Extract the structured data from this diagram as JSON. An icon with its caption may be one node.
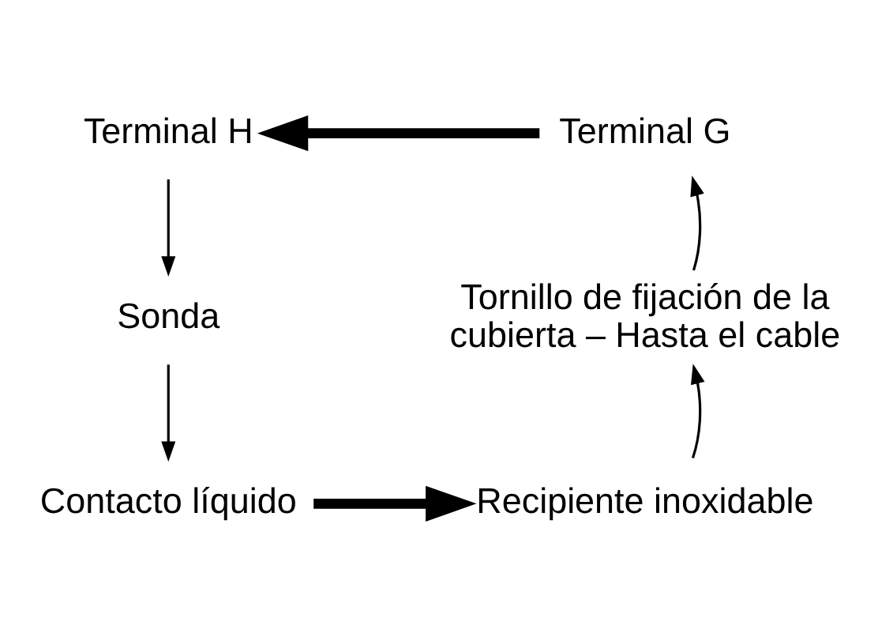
{
  "diagram": {
    "nodes": [
      {
        "text": [
          "Terminal H"
        ]
      },
      {
        "text": [
          "Sonda"
        ]
      },
      {
        "text": [
          "Contacto líquido"
        ]
      },
      {
        "text": [
          "Recipiente inoxidable"
        ]
      },
      {
        "text": [
          "Tornillo de fijación de la cubierta – Hasta el cable"
        ]
      },
      {
        "text": [
          "Terminal G"
        ]
      }
    ],
    "edges": [
      {
        "from": 0,
        "to": 1,
        "arrow": "to"
      },
      {
        "from": 1,
        "to": 2,
        "arrow": "to"
      },
      {
        "from": 2,
        "to": 3,
        "arrow": "to",
        "style": "thick"
      },
      {
        "from": 3,
        "to": 4,
        "arrow": "to"
      },
      {
        "from": 4,
        "to": 5,
        "arrow": "to"
      },
      {
        "from": 5,
        "to": 0,
        "arrow": "to",
        "style": "thick"
      }
    ]
  }
}
